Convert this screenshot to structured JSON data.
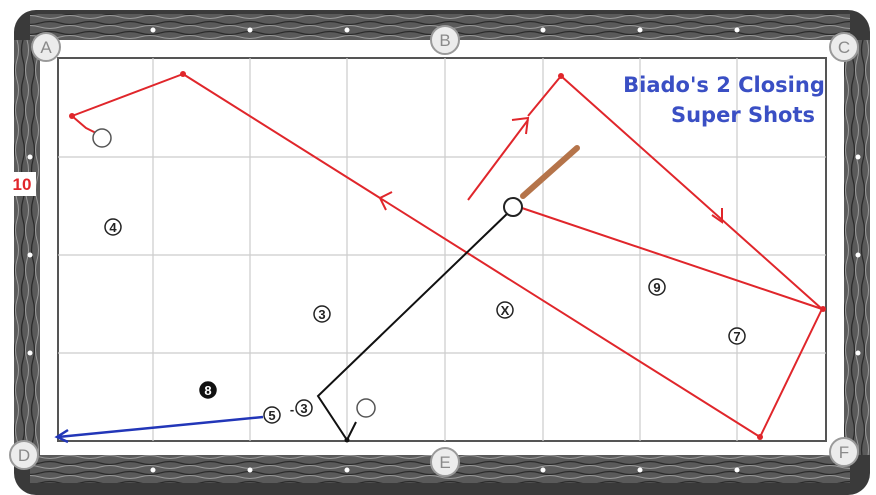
{
  "title_line1": "Biado's 2 Closing",
  "title_line2": "Super Shots",
  "side_note": "10",
  "pockets": {
    "A": "A",
    "B": "B",
    "C": "C",
    "D": "D",
    "E": "E",
    "F": "F"
  },
  "balls": {
    "ball_4": "4",
    "ball_3_center": "3",
    "ball_x": "X",
    "ball_9": "9",
    "ball_7": "7",
    "ball_8": "8",
    "ball_5": "5",
    "ball_3_lower": "3",
    "dash": "-"
  },
  "colors": {
    "path_red": "#e0262b",
    "path_black": "#111111",
    "path_blue": "#2236b8",
    "cue_stick": "#b5744a",
    "title": "#3a4fc4",
    "rail": "#4a4a4a"
  }
}
